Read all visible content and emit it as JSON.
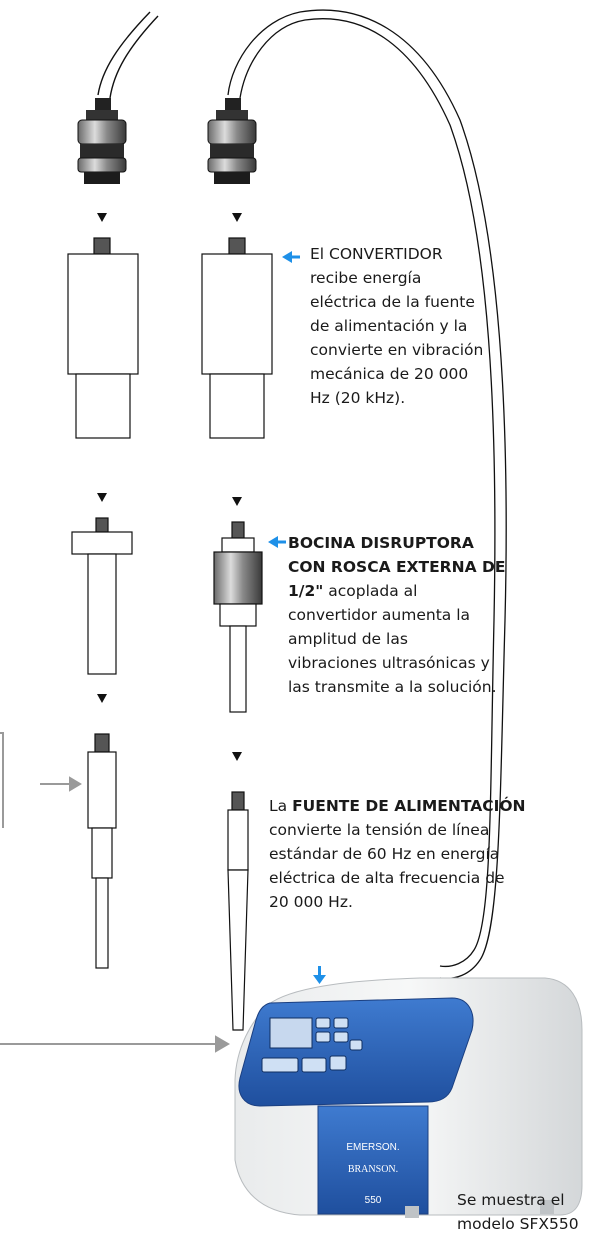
{
  "colors": {
    "arrow": "#1e90e8",
    "pointer": "#9a9a9a",
    "panel": "#2f64b8"
  },
  "callouts": {
    "converter": {
      "line1": "El CONVERTIDOR",
      "line2": "recibe energía",
      "line3": "eléctrica de la fuente",
      "line4": "de alimentación y la",
      "line5": "convierte en vibración",
      "line6": "mecánica de 20 000",
      "line7": "Hz (20 kHz)."
    },
    "horn": {
      "bold1": "BOCINA DISRUPTORA",
      "bold2": "CON ROSCA EXTERNA DE",
      "bold3": "1/2\"",
      "line3_rest": " acoplada al",
      "line4": "convertidor aumenta la",
      "line5": "amplitud de las",
      "line6": "vibraciones ultrasónicas y",
      "line7": "las transmite a la solución."
    },
    "power": {
      "pre": "La ",
      "bold": "FUENTE DE ALIMENTACIÓN",
      "line2": "convierte la tensión de línea",
      "line3": "estándar de 60 Hz en energía",
      "line4": "eléctrica de alta frecuencia de",
      "line5": "20 000 Hz."
    }
  },
  "device": {
    "brand1": "EMERSON.",
    "brand2": "BRANSON.",
    "model_badge": "550"
  },
  "caption": {
    "line1": "Se muestra el",
    "line2": "modelo SFX550"
  },
  "icons": [
    "down-triangle-icon",
    "left-arrow-icon",
    "down-arrow-icon",
    "pointer-arrow-icon"
  ]
}
